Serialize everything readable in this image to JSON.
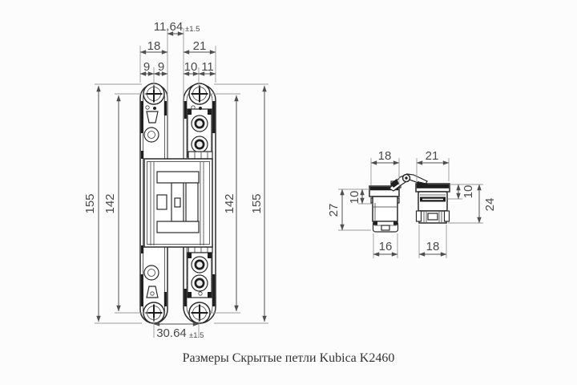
{
  "caption": "Размеры Скрытые петли Kubica K2460",
  "front_view": {
    "top_width": {
      "value": "11.64",
      "tolerance": "±1.5"
    },
    "left_plate_width": "18",
    "right_plate_width": "21",
    "left_sub": [
      "9",
      "9"
    ],
    "right_sub": [
      "10",
      "11"
    ],
    "outer_height_left": "155",
    "hole_spacing_left": "142",
    "hole_spacing_right": "142",
    "outer_height_right": "155",
    "bottom_spacing": {
      "value": "30.64",
      "tolerance": "±1.5"
    }
  },
  "side_view": {
    "cup_width_left": "18",
    "cup_width_right": "21",
    "depth_left": "27",
    "top_offset_left": "10",
    "top_offset_right": "10",
    "depth_right": "24",
    "bottom_width_left": "16",
    "bottom_width_right": "18"
  },
  "colors": {
    "background": "#fcfcfc",
    "outline": "#2b2b2b",
    "dimension_line": "#4f4f4f",
    "extension_line": "#9a9a9a",
    "dimension_text": "#4a4a4a",
    "dark_fill": "#1e1e1e",
    "caption_text": "#333333"
  }
}
